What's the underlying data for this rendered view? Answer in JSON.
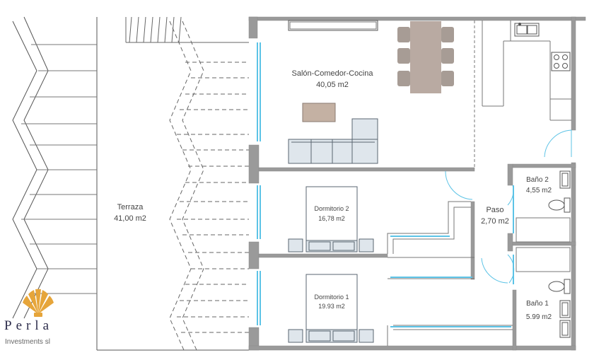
{
  "rooms": {
    "salon": {
      "name": "Salón-Comedor-Cocina",
      "area": "40,05 m2"
    },
    "terraza": {
      "name": "Terraza",
      "area": "41,00 m2"
    },
    "dormitorio2": {
      "name": "Dormitorio 2",
      "area": "16,78 m2"
    },
    "dormitorio1": {
      "name": "Dormitorio 1",
      "area": "19.93 m2"
    },
    "paso": {
      "name": "Paso",
      "area": "2,70 m2"
    },
    "bano2": {
      "name": "Baño 2",
      "area": "4,55 m2"
    },
    "bano1": {
      "name": "Baño 1",
      "area": "5.99  m2"
    }
  },
  "logo": {
    "name": "Perla",
    "tagline": "Investments sl"
  },
  "colors": {
    "wall": "#9a9a9a",
    "window": "#5cc3e6",
    "furniture_fill": "#dfe6ec",
    "furniture_stroke": "#5a6570",
    "table": "#b9aaa2",
    "chair": "#a79c95",
    "coffee_table": "#c4b1a3",
    "logo_gold": "#e6a53a",
    "line": "#555555"
  }
}
